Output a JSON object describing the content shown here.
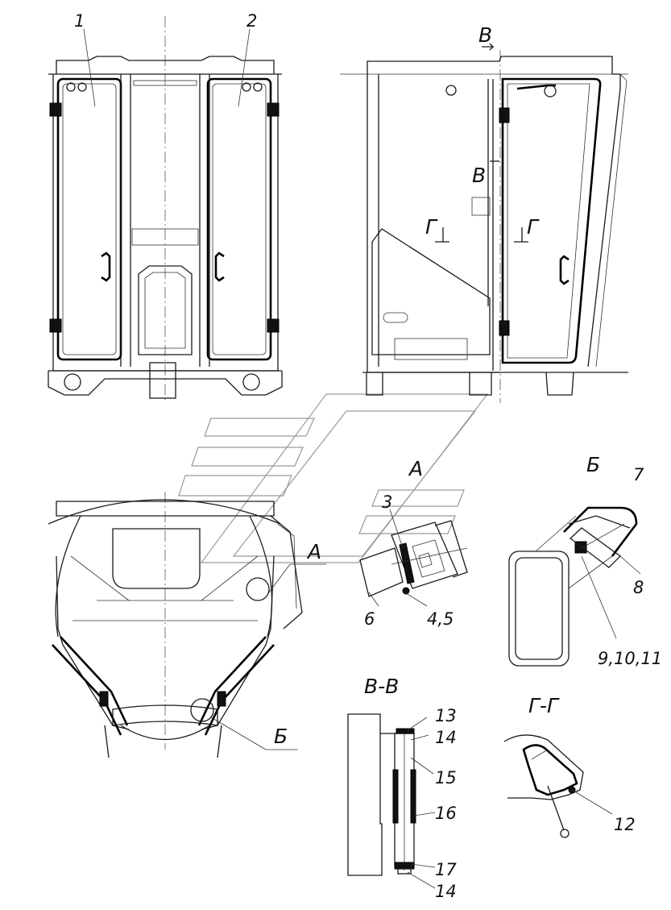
{
  "drawing": {
    "callouts": {
      "c1": "1",
      "c2": "2",
      "c3": "3",
      "c45": "4,5",
      "c6": "6",
      "c7": "7",
      "c8": "8",
      "c91011": "9,10,11",
      "c12": "12",
      "c13": "13",
      "c14a": "14",
      "c15": "15",
      "c16": "16",
      "c17": "17",
      "c14b": "14"
    },
    "view_labels": {
      "view_a": "А",
      "view_a_marker": "А",
      "view_b": "Б",
      "view_b_marker": "Б",
      "section_vv": "В-В",
      "section_gg": "Г-Г",
      "cut_v_top": "В",
      "cut_v_mid": "В",
      "cut_g_left": "Г",
      "cut_g_right": "Г"
    }
  }
}
